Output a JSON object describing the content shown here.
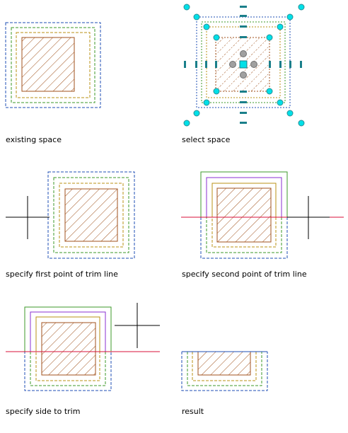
{
  "colors": {
    "outer_boundary": "#1f4fb4",
    "middle_boundary": "#3c9a28",
    "inner_boundary": "#b99014",
    "hatch": "#a0521c",
    "trim_line": "#d8123a",
    "grip": "#00e0e8",
    "center_grip": "#a0a0a0",
    "crosshair": "#000000",
    "purple": "#8a2fd0"
  },
  "panels": [
    {
      "id": "existing",
      "caption": "existing space"
    },
    {
      "id": "select",
      "caption": "select space"
    },
    {
      "id": "first-point",
      "caption": "specify first point of trim line"
    },
    {
      "id": "second-point",
      "caption": "specify second point of trim line"
    },
    {
      "id": "side",
      "caption": "specify side to trim"
    },
    {
      "id": "result",
      "caption": "result"
    }
  ]
}
